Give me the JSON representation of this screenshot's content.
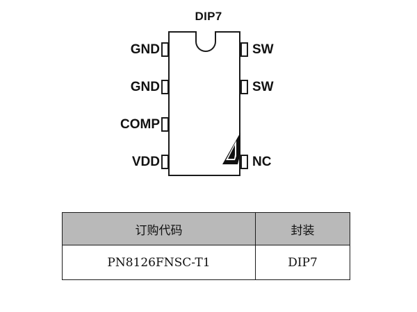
{
  "package_title": "DIP7",
  "pins_left": [
    "GND",
    "GND",
    "COMP",
    "VDD"
  ],
  "pins_right": [
    "SW",
    "SW",
    "",
    "NC"
  ],
  "chip": {
    "logo": "PN"
  },
  "table": {
    "headers": [
      "订购代码",
      "封装"
    ],
    "rows": [
      [
        "PN8126FNSC-T1",
        "DIP7"
      ]
    ]
  },
  "colors": {
    "table_header_bg": "#b9b9b9",
    "outline": "#1a1a1a"
  }
}
